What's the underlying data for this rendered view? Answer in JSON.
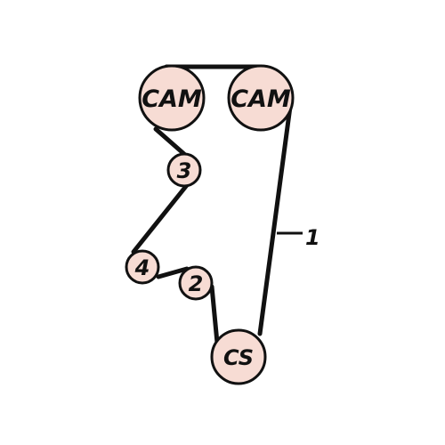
{
  "diagram": {
    "belt_color": "#111111",
    "pulley_fill": "#f7dcd4",
    "pulley_stroke": "#111111",
    "callout": {
      "text": "1"
    },
    "pulleys": [
      {
        "id": "cam-left",
        "label": "CAM"
      },
      {
        "id": "cam-right",
        "label": "CAM"
      },
      {
        "id": "idler-3",
        "label": "3"
      },
      {
        "id": "idler-4",
        "label": "4"
      },
      {
        "id": "idler-2",
        "label": "2"
      },
      {
        "id": "crankshaft",
        "label": "CS"
      }
    ]
  }
}
